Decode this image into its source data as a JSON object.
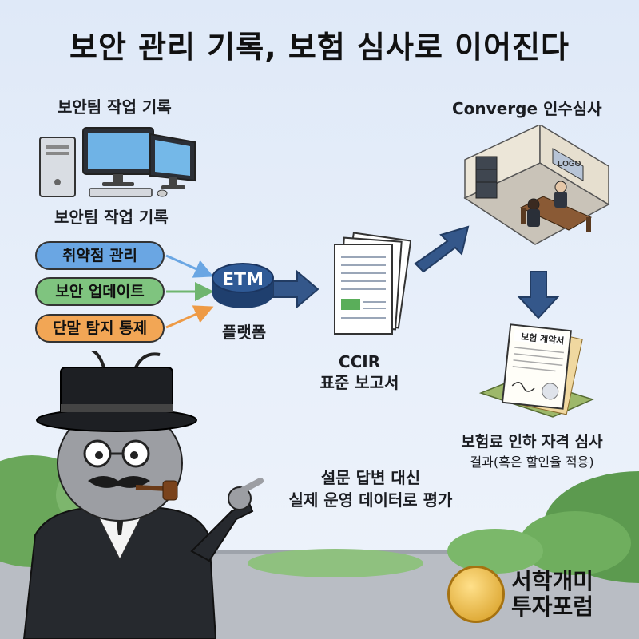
{
  "title": "보안 관리 기록, 보험 심사로 이어진다",
  "left": {
    "top_label": "보안팀 작업 기록",
    "mid_label": "보안팀 작업 기록",
    "pills": [
      "취약점 관리",
      "보안 업데이트",
      "단말 탐지 통제"
    ]
  },
  "etm": {
    "badge": "ETM",
    "label": "플랫폼"
  },
  "report": {
    "line1": "CCIR",
    "line2": "표준 보고서"
  },
  "converge": {
    "label": "Converge 인수심사",
    "logo_text": "LOGO"
  },
  "contract": {
    "doc_title": "보험 계약서"
  },
  "result": {
    "line1": "보험료 인하 자격 심사",
    "line2": "결과(혹은 할인율 적용)"
  },
  "speech": {
    "line1": "설문 답변 대신",
    "line2": "실제 운영 데이터로 평가"
  },
  "brand": {
    "line1": "서학개미",
    "line2": "투자포럼"
  },
  "colors": {
    "arrow": "#34578a",
    "etm": "#2f5a96",
    "pill_blue": "#6aa6e3",
    "pill_green": "#7fc47f",
    "pill_orange": "#f2a655"
  }
}
